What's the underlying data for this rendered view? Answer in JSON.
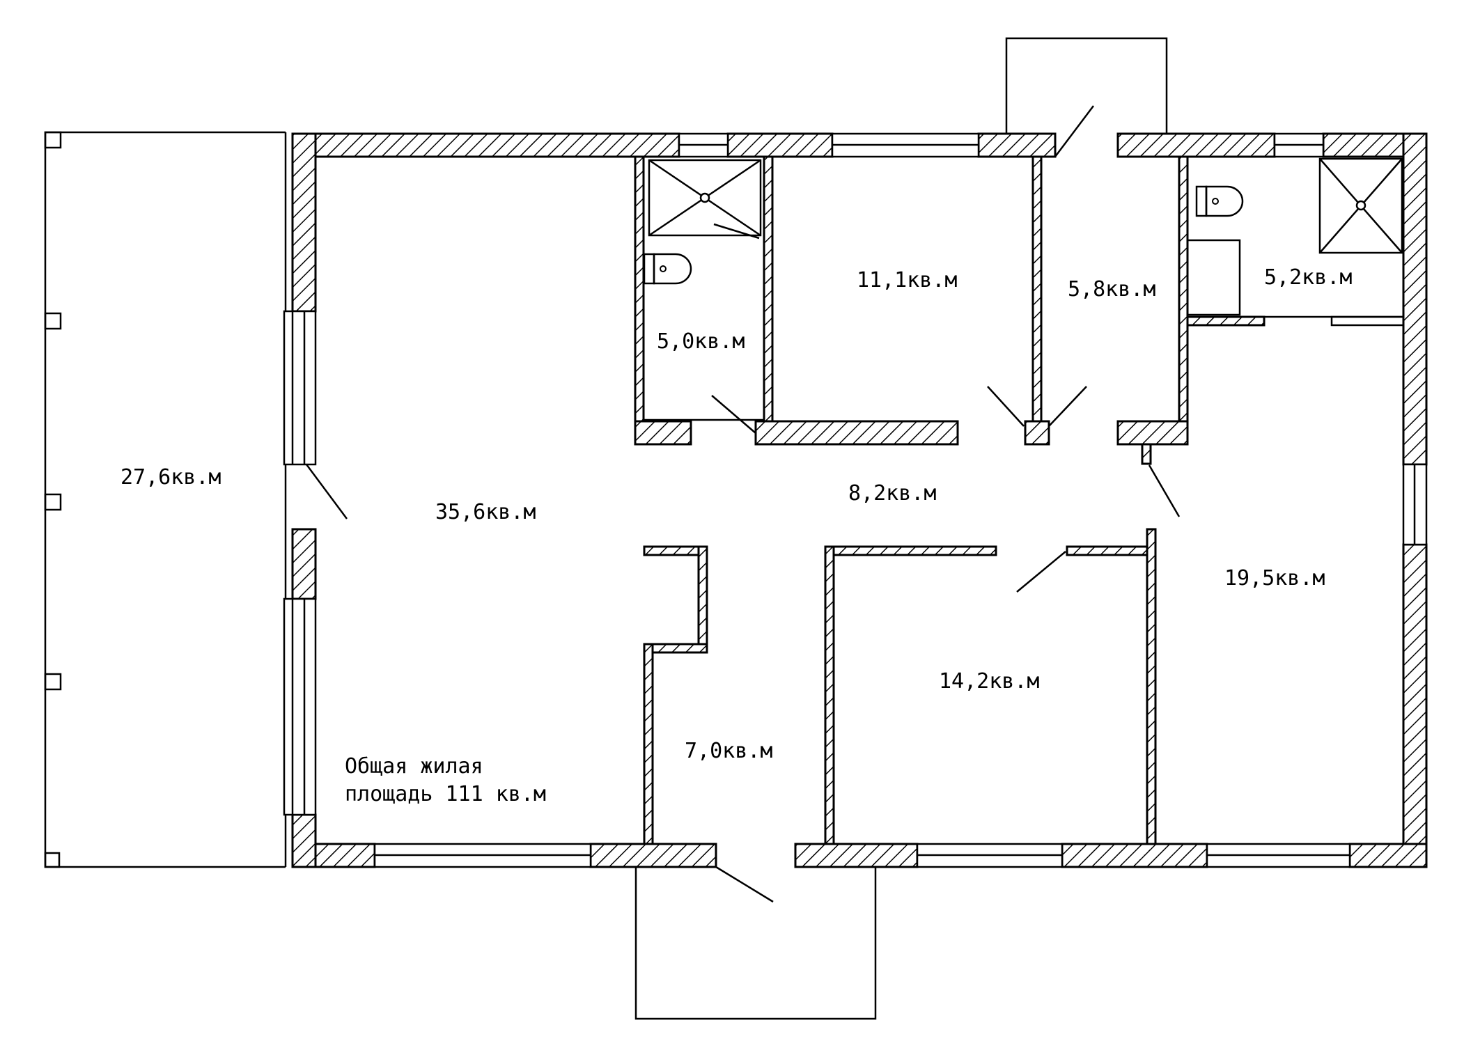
{
  "rooms": {
    "terrace": "27,6кв.м",
    "living": "35,6кв.м",
    "bath_left": "5,0кв.м",
    "room_top": "11,1кв.м",
    "vestibule": "5,8кв.м",
    "bath_right": "5,2кв.м",
    "hall": "8,2кв.м",
    "bedroom_right": "19,5кв.м",
    "bedroom_middle": "14,2кв.м",
    "corridor_south": "7,0кв.м"
  },
  "total": {
    "line1": "Общая жилая",
    "line2": "площадь 111 кв.м"
  }
}
